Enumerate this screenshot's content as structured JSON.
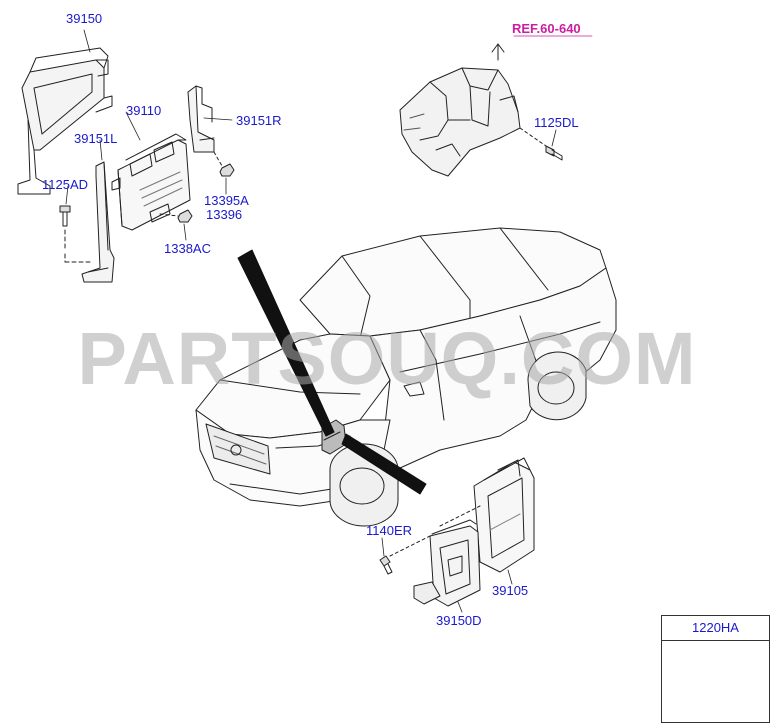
{
  "ref_label": "REF.60-640",
  "watermark": "PARTSOUQ.COM",
  "parts": {
    "p39150": "39150",
    "p39110": "39110",
    "p39151R": "39151R",
    "p39151L": "39151L",
    "p1125AD": "1125AD",
    "p13395A": "13395A",
    "p13396": "13396",
    "p1338AC": "1338AC",
    "p1125DL": "1125DL",
    "p1140ER": "1140ER",
    "p39105": "39105",
    "p39150D": "39150D"
  },
  "legend": {
    "part": "1220HA"
  },
  "colors": {
    "label": "#1a1acc",
    "reference": "#cc1fa0",
    "line": "#222222",
    "watermark": "#aaaaaa"
  }
}
